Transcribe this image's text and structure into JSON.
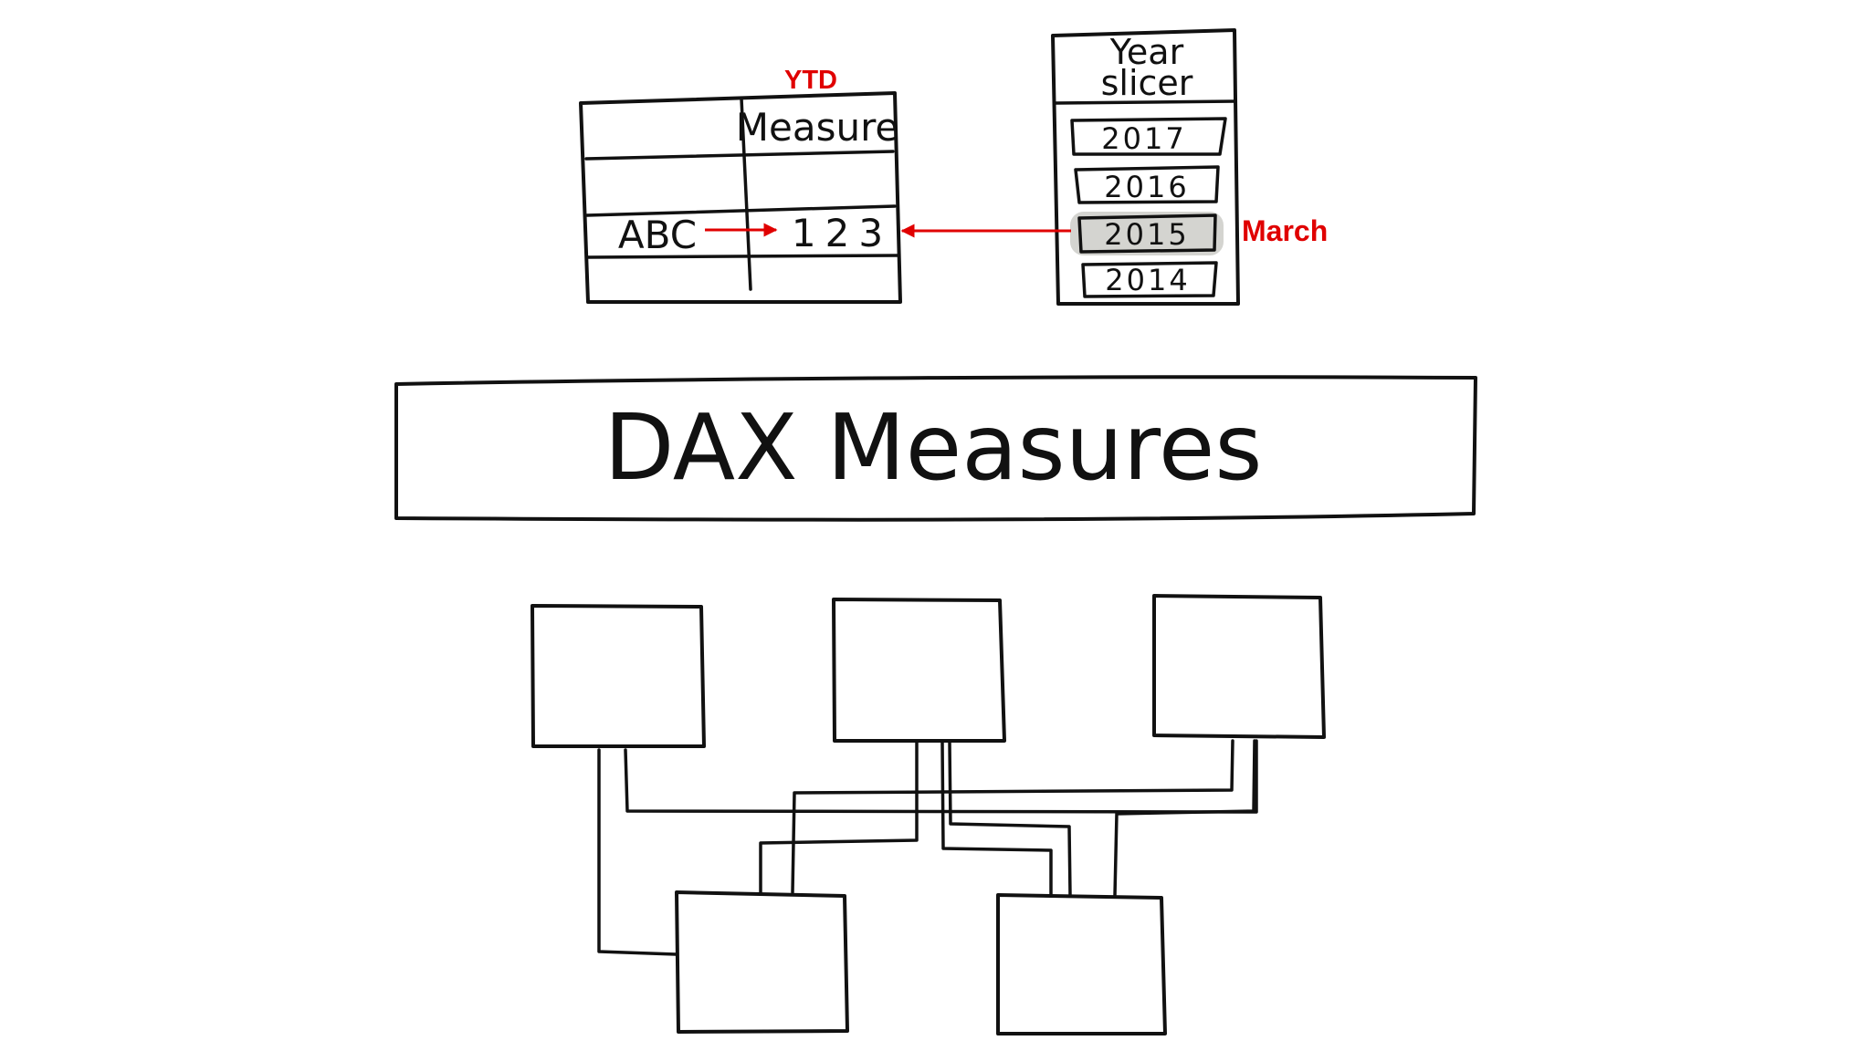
{
  "annotations": {
    "ytd": "YTD",
    "march": "March"
  },
  "table": {
    "header": "Measure",
    "row_label": "ABC",
    "row_value": "123"
  },
  "slicer": {
    "title_line1": "Year",
    "title_line2": "slicer",
    "years": [
      "2017",
      "2016",
      "2015",
      "2014"
    ],
    "selected": "2015"
  },
  "banner": {
    "label": "DAX Measures"
  },
  "colors": {
    "annotation": "#e00000",
    "ink": "#111111",
    "selected_fill": "#d4d4d0"
  },
  "model": {
    "tables_count_note": ""
  }
}
